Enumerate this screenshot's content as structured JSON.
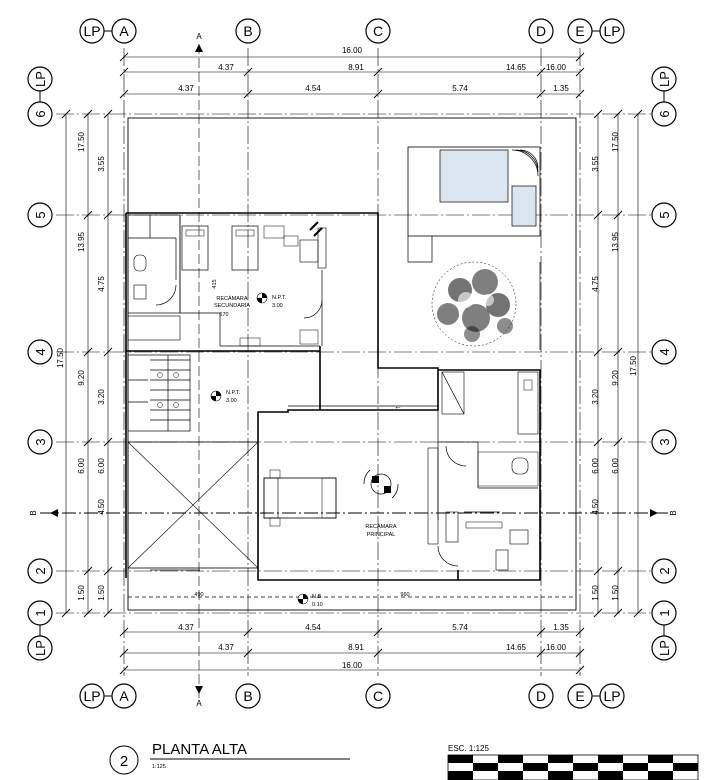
{
  "grid_x": [
    "LP",
    "A",
    "B",
    "C",
    "D",
    "E",
    "LP"
  ],
  "grid_y": [
    "LP",
    "6",
    "5",
    "4",
    "3",
    "2",
    "1",
    "LP"
  ],
  "dims_h": {
    "total": "16.00",
    "cumulative": [
      "4.37",
      "8.91",
      "14.65",
      "16.00"
    ],
    "partial": [
      "4.37",
      "4.54",
      "5.74",
      "1.35"
    ]
  },
  "dims_v": {
    "outer_total": "17.50",
    "cumulative": [
      "17.50",
      "13.95",
      "9.20",
      "6.00",
      "4.50",
      "1.50"
    ],
    "partial": [
      "3.55",
      "4.75",
      "3.20",
      "6.00",
      "4.50",
      "1.50"
    ],
    "left_mid": "17.50",
    "right_mid": "17.50"
  },
  "cut": {
    "a": "A",
    "b": "B"
  },
  "rooms": {
    "secondary_line1": "RECÁMARA",
    "secondary_line2": "SECUNDARIA",
    "principal_line1": "RECÁMARA",
    "principal_line2": "PRINCIPAL"
  },
  "levels": {
    "npt_label": "N.P.T.",
    "npt1": "3.00",
    "npt2": "3.00",
    "nb_label": "N.B.",
    "nb": "0.10"
  },
  "small_dims": {
    "d415": "415",
    "d670": "670",
    "d490": "490",
    "d960": "960"
  },
  "title": {
    "number": "2",
    "text": "PLANTA ALTA",
    "scale_small": "1:125",
    "scale_bar": "ESC. 1:125"
  }
}
